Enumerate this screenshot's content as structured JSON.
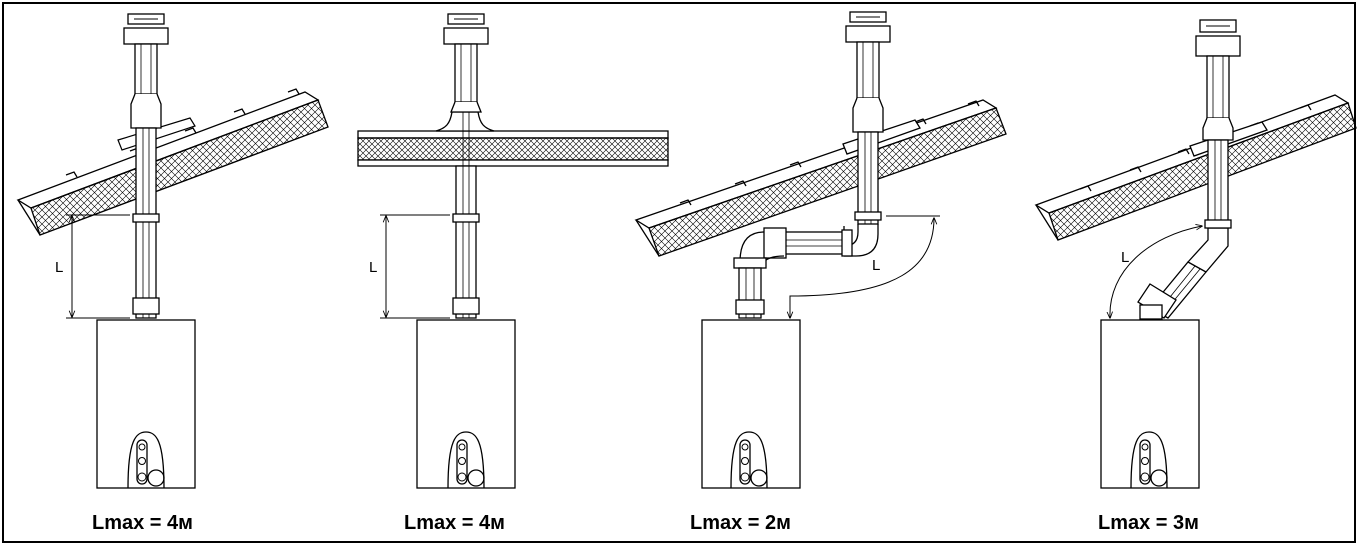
{
  "panels": [
    {
      "caption": "Lmax = 4м",
      "dim_label": "L",
      "roof": "pitched",
      "route": "vertical"
    },
    {
      "caption": "Lmax = 4м",
      "dim_label": "L",
      "roof": "flat",
      "route": "vertical"
    },
    {
      "caption": "Lmax = 2м",
      "dim_label": "L",
      "roof": "pitched",
      "route": "offset-90-elbows"
    },
    {
      "caption": "Lmax = 3м",
      "dim_label": "L",
      "roof": "pitched",
      "route": "offset-45-elbows"
    }
  ],
  "colors": {
    "line": "#000000",
    "background": "#ffffff"
  }
}
